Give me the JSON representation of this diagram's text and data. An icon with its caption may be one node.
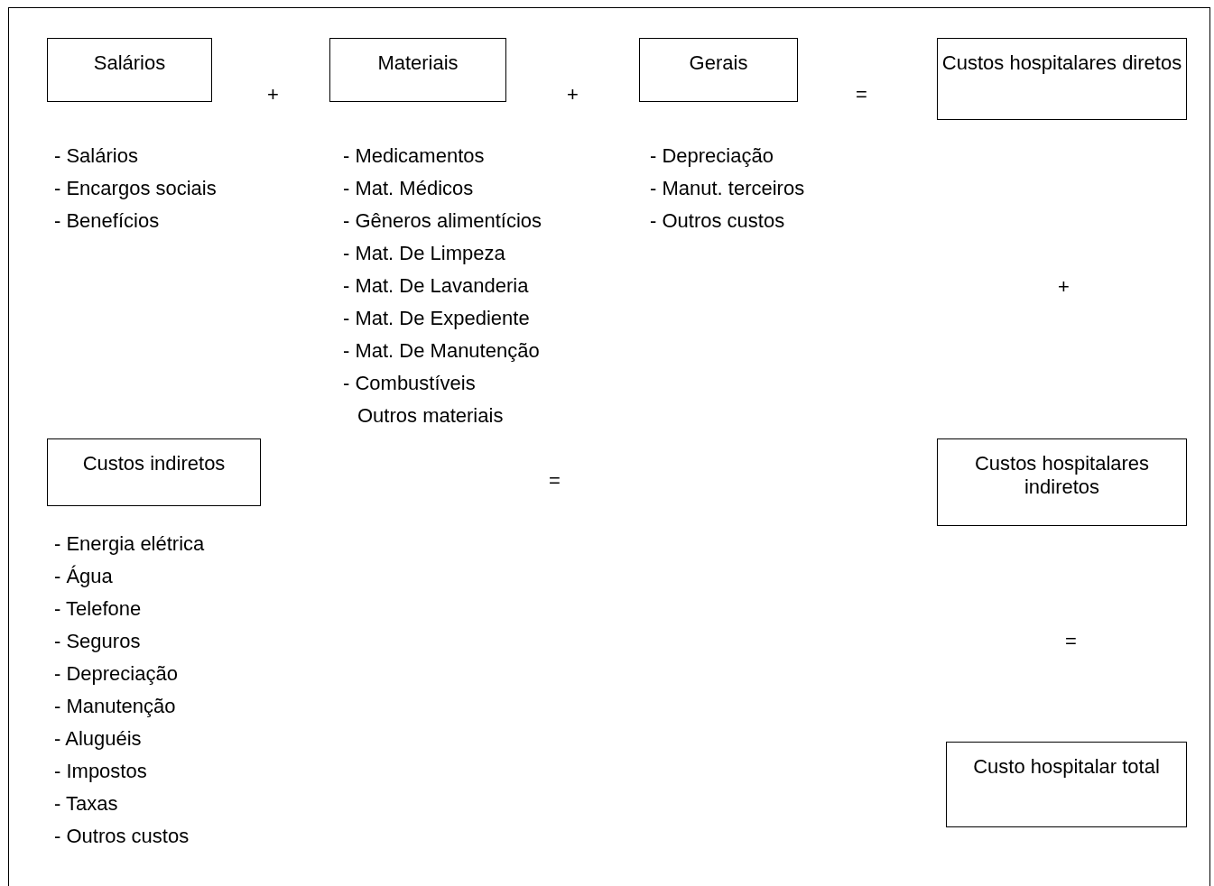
{
  "diagram": {
    "nodes": [
      {
        "text": [
          "Salários"
        ],
        "beside": [
          "- Salários",
          "- Encargos sociais",
          "- Benefícios"
        ]
      },
      {
        "text": [
          "Materiais"
        ],
        "beside": [
          "- Medicamentos",
          "- Mat. Médicos",
          "- Gêneros alimentícios",
          "- Mat. De Limpeza",
          "- Mat. De Lavanderia",
          "- Mat. De Expediente",
          "- Mat. De Manutenção",
          "- Combustíveis",
          "Outros materiais"
        ]
      },
      {
        "text": [
          "Gerais"
        ],
        "beside": [
          "- Depreciação",
          "- Manut. terceiros",
          "- Outros custos"
        ]
      },
      {
        "text": [
          "Custos hospitalares diretos"
        ]
      },
      {
        "text": [
          "Custos indiretos"
        ],
        "beside": [
          "- Energia elétrica",
          "- Água",
          "- Telefone",
          "- Seguros",
          "- Depreciação",
          "- Manutenção",
          "- Aluguéis",
          "- Impostos",
          "- Taxas",
          "- Outros custos"
        ]
      },
      {
        "text": [
          "Custos hospitalares indiretos"
        ]
      },
      {
        "text": [
          "Custo hospitalar total"
        ]
      }
    ],
    "edges": [],
    "labels": [
      "+",
      "+",
      "=",
      "+",
      "=",
      "="
    ]
  }
}
